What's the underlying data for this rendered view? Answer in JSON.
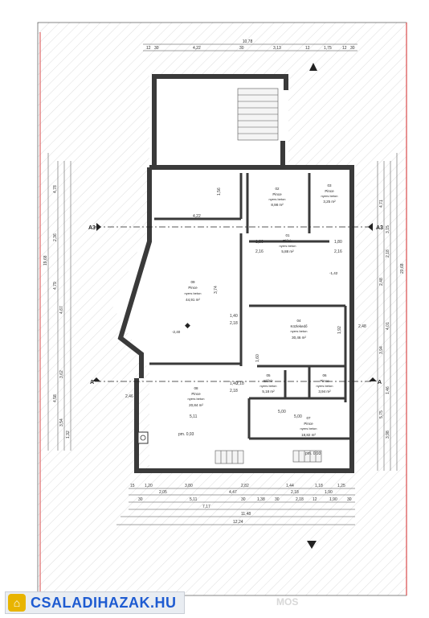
{
  "logo": {
    "text": "CSALADIHAZAK.HU",
    "color": "#1e5bd1",
    "mark_color": "#e8b400"
  },
  "watermark": "MOS",
  "sections": {
    "a": "A",
    "a3": "A3"
  },
  "rooms": [
    {
      "id": "02",
      "l1": "Pince",
      "l2": "nyers beton",
      "area": "8,98 m²"
    },
    {
      "id": "03",
      "l1": "Pince",
      "l2": "nyers beton",
      "area": "3,25 m²"
    },
    {
      "id": "01",
      "l1": "Előtér",
      "l2": "nyers beton",
      "area": "5,88 m²"
    },
    {
      "id": "09",
      "l1": "Pince",
      "l2": "nyers beton",
      "area": "44,91 m²"
    },
    {
      "id": "04",
      "l1": "Közlekedő",
      "l2": "nyers beton",
      "area": "30,46 m²"
    },
    {
      "id": "05",
      "l1": "Előtér",
      "l2": "nyers beton",
      "area": "5,18 m²"
    },
    {
      "id": "06",
      "l1": "Pince",
      "l2": "nyers beton",
      "area": "3,94 m²"
    },
    {
      "id": "08",
      "l1": "Pince",
      "l2": "nyers beton",
      "area": "20,84 m²"
    },
    {
      "id": "07",
      "l1": "Pince",
      "l2": "nyers beton",
      "area": "18,82 m²"
    }
  ],
  "levels": {
    "l1": "-2,40",
    "l2": "-1,42"
  },
  "dims": {
    "top_total": "10,78",
    "top_parts": [
      "12",
      "30",
      "4,22",
      "30",
      "3,13",
      "12",
      "1,75",
      "12",
      "30"
    ],
    "bottom_r1": [
      "15",
      "1,20",
      "3,80",
      "2,82",
      "1,44",
      "1,18",
      "1,25"
    ],
    "bottom_r2": [
      "2,05",
      "4,47",
      "2,18",
      "1,90"
    ],
    "bottom_r3": [
      "30",
      "5,11",
      "30",
      "1,38",
      "30",
      "2,18",
      "12",
      "1,90",
      "30"
    ],
    "bottom_r4": "7,17",
    "bottom_r5": "11,48",
    "bottom_r6": "12,24",
    "left_total": "19,68",
    "left_parts": [
      "4,78",
      "2,36",
      "4,79",
      "4,67",
      "3,62",
      "4,58",
      "3,54",
      "1,32"
    ],
    "right_total": "20,68",
    "right_parts": [
      "4,71",
      "3,15",
      "2,18",
      "2,48",
      "4,01",
      "3,94",
      "1,46",
      "5,75",
      "3,98"
    ],
    "inner": [
      "4,22",
      "1,56",
      "1,80",
      "1,80",
      "2,16",
      "2,16",
      "3,74",
      "1,40",
      "2,18",
      "1,60",
      "2,18",
      "1,40",
      "2,18",
      "5,11",
      "5,00",
      "2,46",
      "2,48",
      "1,92",
      "5,00",
      "pm. 0,93",
      "pm. 0,93"
    ]
  }
}
